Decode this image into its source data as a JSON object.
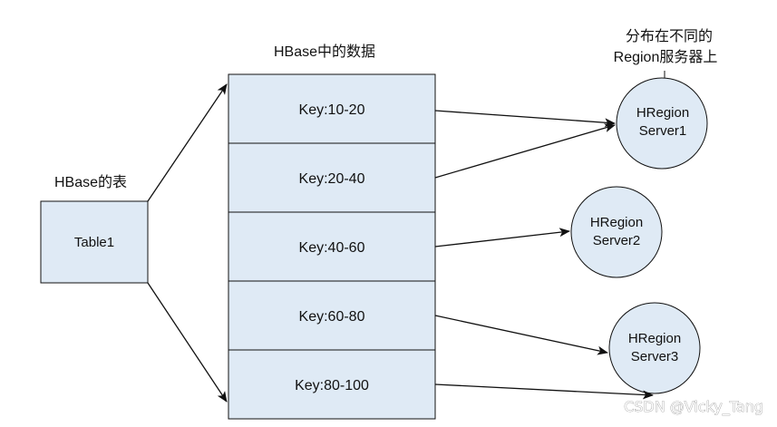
{
  "table_section": {
    "title": "HBase的表",
    "table_name": "Table1"
  },
  "data_section": {
    "title": "HBase中的数据",
    "regions": [
      {
        "label": "Key:10-20"
      },
      {
        "label": "Key:20-40"
      },
      {
        "label": "Key:40-60"
      },
      {
        "label": "Key:60-80"
      },
      {
        "label": "Key:80-100"
      }
    ]
  },
  "server_note": {
    "line1": "分布在不同的",
    "line2": "Region服务器上"
  },
  "servers": [
    {
      "line1": "HRegion",
      "line2": "Server1"
    },
    {
      "line1": "HRegion",
      "line2": "Server2"
    },
    {
      "line1": "HRegion",
      "line2": "Server3"
    }
  ],
  "watermark": "CSDN @Vicky_Tang",
  "colors": {
    "box_fill": "#dfeaf5",
    "circle_fill": "#dfeaf5",
    "stroke": "#111111",
    "text": "#111111"
  }
}
